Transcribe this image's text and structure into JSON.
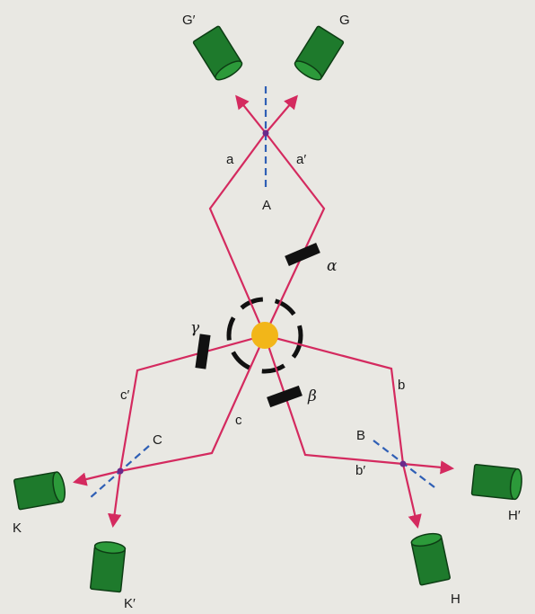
{
  "labels": {
    "G_prime": "G′",
    "G": "G",
    "H_prime": "H′",
    "H": "H",
    "K": "K",
    "K_prime": "K′",
    "A": "A",
    "B": "B",
    "C": "C",
    "a": "a",
    "a_prime": "a′",
    "b": "b",
    "b_prime": "b′",
    "c": "c",
    "c_prime": "c′",
    "alpha": "α",
    "beta": "β",
    "gamma": "γ"
  },
  "colors": {
    "background": "#e9e8e3",
    "beam": "#d42a5f",
    "splitter": "#2f5fb5",
    "source": "#f2b619",
    "detector": "#1e7a2c",
    "modulator": "#111111"
  },
  "icons": {
    "detector": "green-cylinder-detector-icon",
    "source": "yellow-circle-source-icon"
  }
}
